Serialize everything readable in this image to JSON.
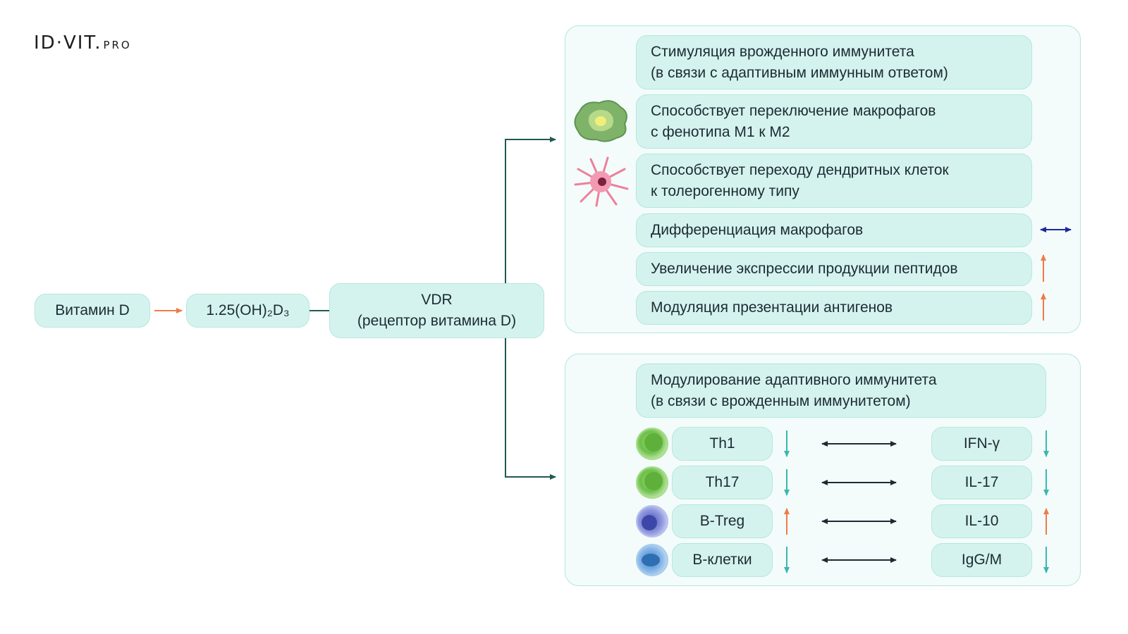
{
  "logo": {
    "main": "ID·VIT.",
    "suffix": "PRO"
  },
  "pathway": {
    "vitamin_d": "Витамин D",
    "active_form": "1.25(OH)₂D₃",
    "vdr": "VDR\n(рецептор витамина D)"
  },
  "innate": {
    "items": [
      {
        "text": "Стимуляция врожденного иммунитета\n(в связи с адаптивным иммунным ответом)",
        "indicator": "none",
        "icon": "none"
      },
      {
        "text": "Способствует переключение макрофагов\nс фенотипа М1 к М2",
        "indicator": "none",
        "icon": "macrophage-icon"
      },
      {
        "text": "Способствует переходу дендритных клеток\nк толерогенному типу",
        "indicator": "none",
        "icon": "dendritic-cell-icon"
      },
      {
        "text": "Дифференциация макрофагов",
        "indicator": "bidirectional",
        "icon": "none"
      },
      {
        "text": "Увеличение экспрессии продукции пептидов",
        "indicator": "up",
        "icon": "none"
      },
      {
        "text": "Модуляция презентации антигенов",
        "indicator": "up",
        "icon": "none"
      }
    ]
  },
  "adaptive": {
    "title": "Модулирование адаптивного иммунитета\n(в связи с врожденным иммунитетом)",
    "rows": [
      {
        "cell": "Th1",
        "cell_trend": "down",
        "marker": "IFN-γ",
        "marker_trend": "down",
        "icon": "green-cell-icon"
      },
      {
        "cell": "Th17",
        "cell_trend": "down",
        "marker": "IL-17",
        "marker_trend": "down",
        "icon": "green-cell-icon"
      },
      {
        "cell": "B-Treg",
        "cell_trend": "up",
        "marker": "IL-10",
        "marker_trend": "up",
        "icon": "purple-cell-icon"
      },
      {
        "cell": "B-клетки",
        "cell_trend": "down",
        "marker": "IgG/M",
        "marker_trend": "down",
        "icon": "blue-cell-icon"
      }
    ]
  },
  "colors": {
    "box_fill": "#d5f3ee",
    "connector": "#1f5a52",
    "up_arrow": "#f07a48",
    "down_arrow": "#38b8b0",
    "bidirectional_arrow": "#1a2a9a"
  }
}
